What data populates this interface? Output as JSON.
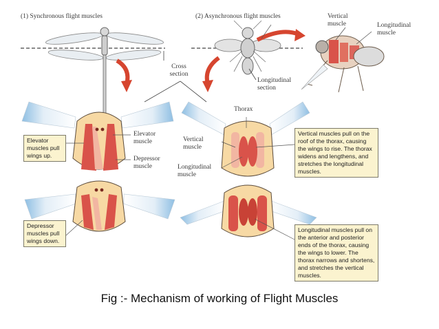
{
  "labels": {
    "sync_title": "(1) Synchronous flight muscles",
    "async_title": "(2) Asynchronous flight muscles",
    "vertical_muscle_top": "Vertical muscle",
    "longitudinal_muscle_top": "Longitudinal muscle",
    "cross_section": "Cross section",
    "longitudinal_section": "Longitudinal section",
    "thorax": "Thorax",
    "elevator_muscle": "Elevator muscle",
    "depressor_muscle": "Depressor muscle",
    "vertical_muscle_mid": "Vertical muscle",
    "longitudinal_muscle_mid": "Longitudinal muscle"
  },
  "boxes": {
    "elevator_pull": "Elevator muscles pull wings up.",
    "depressor_pull": "Depressor muscles pull wings down.",
    "vertical_pull": "Vertical muscles pull on the roof of the thorax, causing the wings to rise. The thorax widens and lengthens, and stretches the longitudinal muscles.",
    "longitudinal_pull": "Longitudinal muscles pull on the anterior and posterior ends of the thorax, causing the wings to lower. The thorax narrows and shortens, and stretches the vertical muscles."
  },
  "caption": "Fig :- Mechanism of working of Flight Muscles",
  "colors": {
    "muscle": "#d9534a",
    "muscle_light": "#f2b6a2",
    "body": "#f7d9a4",
    "outline": "#5a4a3a",
    "wing": "#cfe3f2",
    "box_fill": "#fbf3cf",
    "arrow": "#d6452f"
  }
}
